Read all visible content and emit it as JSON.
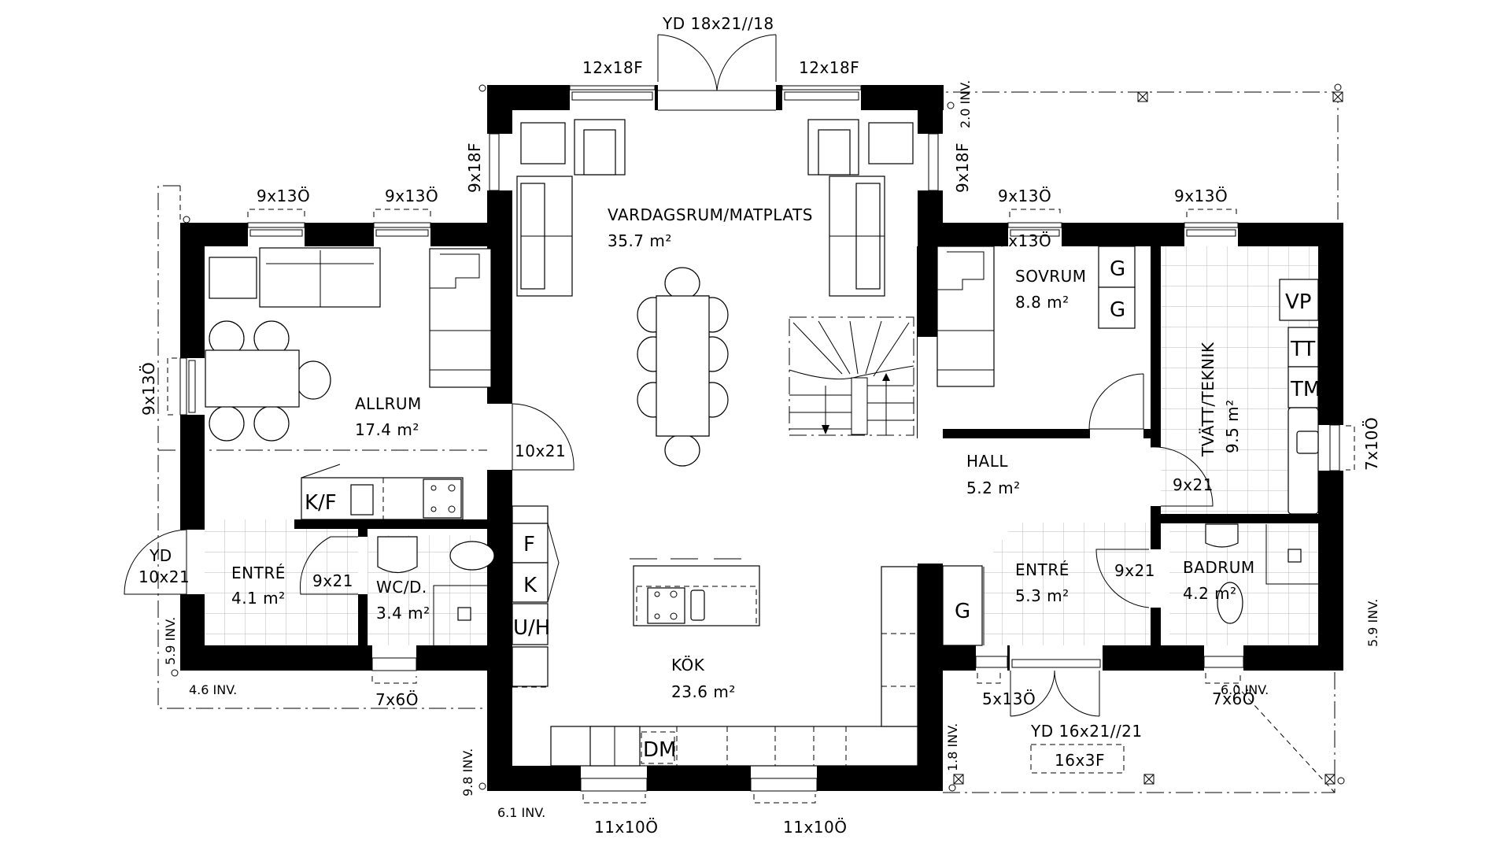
{
  "rooms": [
    {
      "id": "vardagsrum",
      "name": "VARDAGSRUM/MATPLATS",
      "area": "35.7 m²"
    },
    {
      "id": "allrum",
      "name": "ALLRUM",
      "area": "17.4 m²"
    },
    {
      "id": "entre_left",
      "name": "ENTRÉ",
      "area": "4.1 m²"
    },
    {
      "id": "wc",
      "name": "WC/D.",
      "area": "3.4 m²"
    },
    {
      "id": "kok",
      "name": "KÖK",
      "area": "23.6 m²"
    },
    {
      "id": "sovrum",
      "name": "SOVRUM",
      "area": "8.8 m²"
    },
    {
      "id": "hall",
      "name": "HALL",
      "area": "5.2 m²"
    },
    {
      "id": "tvatt",
      "name": "TVÄTT/TEKNIK",
      "area": "9.5 m²"
    },
    {
      "id": "entre_right",
      "name": "ENTRÉ",
      "area": "5.3 m²"
    },
    {
      "id": "badrum",
      "name": "BADRUM",
      "area": "4.2 m²"
    }
  ],
  "openings": {
    "top_door": "YD 18x21//18",
    "top_win_left": "12x18F",
    "top_win_right": "12x18F",
    "vard_win_left": "9x18F",
    "vard_win_right": "9x18F",
    "allrum_win_1": "9x13Ö",
    "allrum_win_2": "9x13Ö",
    "allrum_win_side": "9x13Ö",
    "sovrum_win": "9x13Ö",
    "tvatt_win": "9x13Ö",
    "tvatt_win_side": "7x10Ö",
    "door_allrum": "10x21",
    "door_entre_left": "YD",
    "door_entre_left_size": "10x21",
    "door_wc": "9x21",
    "wc_win": "7x6Ö",
    "door_tvatt": "9x21",
    "door_badrum": "9x21",
    "entre_right_win": "5x13Ö",
    "front_door": "YD 16x21//21",
    "front_transom": "16x3F",
    "badrum_win": "7x6Ö",
    "kok_win_1": "11x10Ö",
    "kok_win_2": "11x10Ö"
  },
  "appliances": {
    "kf": "K/F",
    "f": "F",
    "k": "K",
    "uh": "U/H",
    "dm": "DM",
    "g1": "G",
    "g2": "G",
    "g3": "G",
    "vp": "VP",
    "tt": "TT",
    "tm": "TM"
  },
  "dimensions": {
    "top_right": "2.0 INV.",
    "left_bottom_v": "5.9 INV.",
    "left_bottom_h": "4.6 INV.",
    "kok_bottom_v": "9.8 INV.",
    "kok_bottom_h": "6.1 INV.",
    "porch_left_v": "1.8 INV.",
    "right_v": "5.9 INV.",
    "right_h": "6.0 INV."
  }
}
